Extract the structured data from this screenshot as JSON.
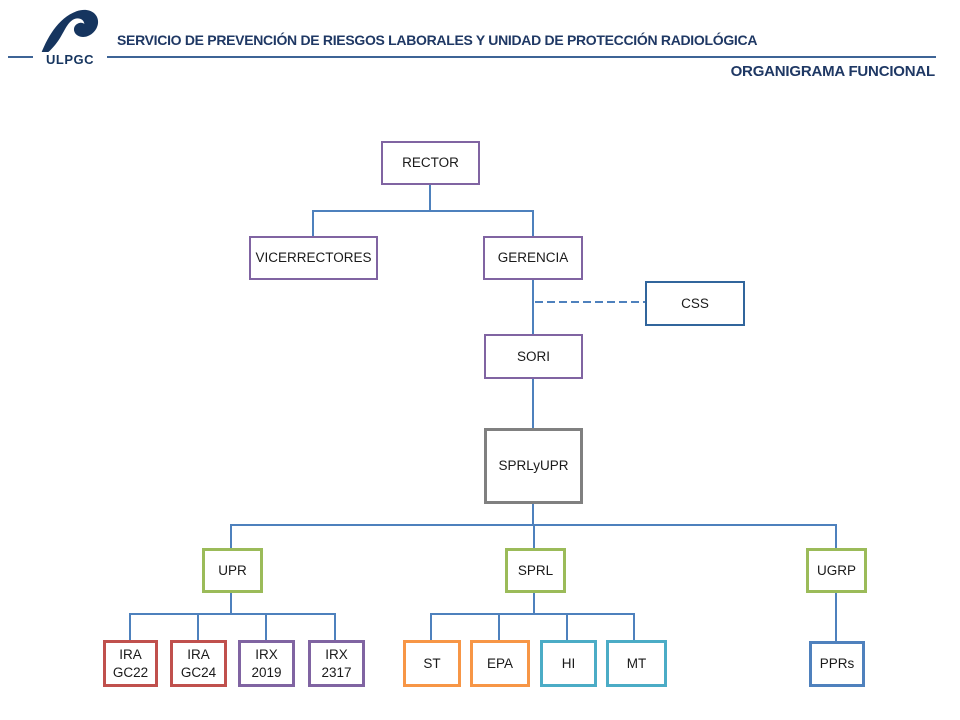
{
  "header": {
    "logo_text": "ULPGC",
    "title": "SERVICIO DE PREVENCIÓN DE RIESGOS LABORALES Y UNIDAD DE PROTECCIÓN RADIOLÓGICA",
    "subtitle": "ORGANIGRAMA FUNCIONAL"
  },
  "colors": {
    "header_navy": "#1F3864",
    "header_rule_blue": "#3E6496",
    "connector_blue": "#4E81BD",
    "purple": "#8064A2",
    "dark_blue": "#31659C",
    "gray": "#808080",
    "green": "#9BBB59",
    "red": "#C0504D",
    "orange": "#F79646",
    "teal": "#4BACC6",
    "blue": "#4F81BD"
  },
  "nodes": {
    "rector": {
      "label": "RECTOR"
    },
    "vicerrectores": {
      "label": "VICERRECTORES"
    },
    "gerencia": {
      "label": "GERENCIA"
    },
    "css": {
      "label": "CSS"
    },
    "sori": {
      "label": "SORI"
    },
    "sprlyupr": {
      "label": "SPRLyUPR"
    },
    "upr": {
      "label": "UPR"
    },
    "sprl": {
      "label": "SPRL"
    },
    "ugrp": {
      "label": "UGRP"
    },
    "ira_gc22": {
      "label": "IRA\nGC22"
    },
    "ira_gc24": {
      "label": "IRA\nGC24"
    },
    "irx_2019": {
      "label": "IRX\n2019"
    },
    "irx_2317": {
      "label": "IRX\n2317"
    },
    "st": {
      "label": "ST"
    },
    "epa": {
      "label": "EPA"
    },
    "hi": {
      "label": "HI"
    },
    "mt": {
      "label": "MT"
    },
    "pprs": {
      "label": "PPRs"
    }
  },
  "edges": [
    {
      "from": "RECTOR",
      "to": "VICERRECTORES",
      "style": "solid"
    },
    {
      "from": "RECTOR",
      "to": "GERENCIA",
      "style": "solid"
    },
    {
      "from": "GERENCIA",
      "to": "CSS",
      "style": "dashed"
    },
    {
      "from": "GERENCIA",
      "to": "SORI",
      "style": "solid"
    },
    {
      "from": "SORI",
      "to": "SPRLyUPR",
      "style": "solid"
    },
    {
      "from": "SPRLyUPR",
      "to": "UPR",
      "style": "solid"
    },
    {
      "from": "SPRLyUPR",
      "to": "SPRL",
      "style": "solid"
    },
    {
      "from": "SPRLyUPR",
      "to": "UGRP",
      "style": "solid"
    },
    {
      "from": "UPR",
      "to": "IRA GC22",
      "style": "solid"
    },
    {
      "from": "UPR",
      "to": "IRA GC24",
      "style": "solid"
    },
    {
      "from": "UPR",
      "to": "IRX 2019",
      "style": "solid"
    },
    {
      "from": "UPR",
      "to": "IRX 2317",
      "style": "solid"
    },
    {
      "from": "SPRL",
      "to": "ST",
      "style": "solid"
    },
    {
      "from": "SPRL",
      "to": "EPA",
      "style": "solid"
    },
    {
      "from": "SPRL",
      "to": "HI",
      "style": "solid"
    },
    {
      "from": "SPRL",
      "to": "MT",
      "style": "solid"
    },
    {
      "from": "UGRP",
      "to": "PPRs",
      "style": "solid"
    }
  ]
}
